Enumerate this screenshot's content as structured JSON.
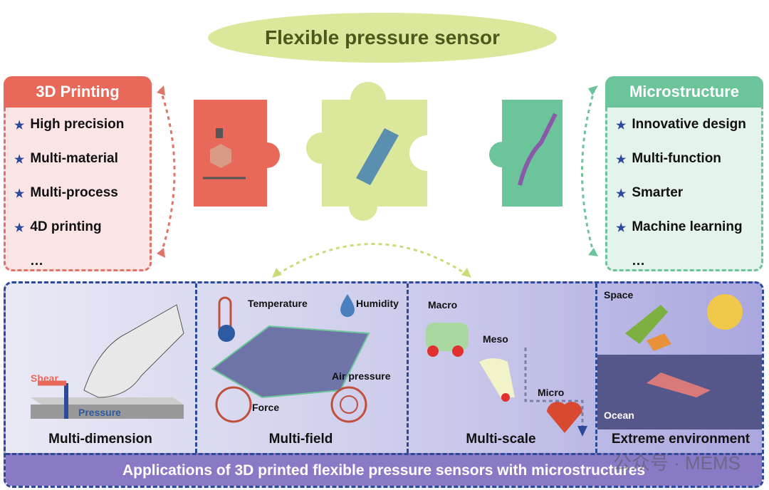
{
  "title": "Flexible pressure sensor",
  "left_box": {
    "header": "3D Printing",
    "items": [
      "High precision",
      "Multi-material",
      "Multi-process",
      "4D printing"
    ],
    "more": "…"
  },
  "right_box": {
    "header": "Microstructure",
    "items": [
      "Innovative design",
      "Multi-function",
      "Smarter",
      "Machine learning"
    ],
    "more": "…"
  },
  "panels": [
    {
      "caption": "Multi-dimension",
      "labels": {
        "shear": "Shear",
        "pressure": "Pressure"
      }
    },
    {
      "caption": "Multi-field",
      "labels": {
        "temperature": "Temperature",
        "humidity": "Humidity",
        "air_pressure": "Air pressure",
        "force": "Force"
      }
    },
    {
      "caption": "Multi-scale",
      "labels": {
        "macro": "Macro",
        "meso": "Meso",
        "micro": "Micro"
      }
    },
    {
      "caption": "Extreme environment",
      "labels": {
        "space": "Space",
        "ocean": "Ocean"
      }
    }
  ],
  "footer": "Applications of 3D printed flexible pressure sensors with microstructures",
  "watermark": "公众号 · MEMS",
  "colors": {
    "red": "#e8685a",
    "green": "#6cc49a",
    "yellow": "#dbe79a",
    "blue": "#2d4a9a",
    "purple": "#8a79c4"
  }
}
